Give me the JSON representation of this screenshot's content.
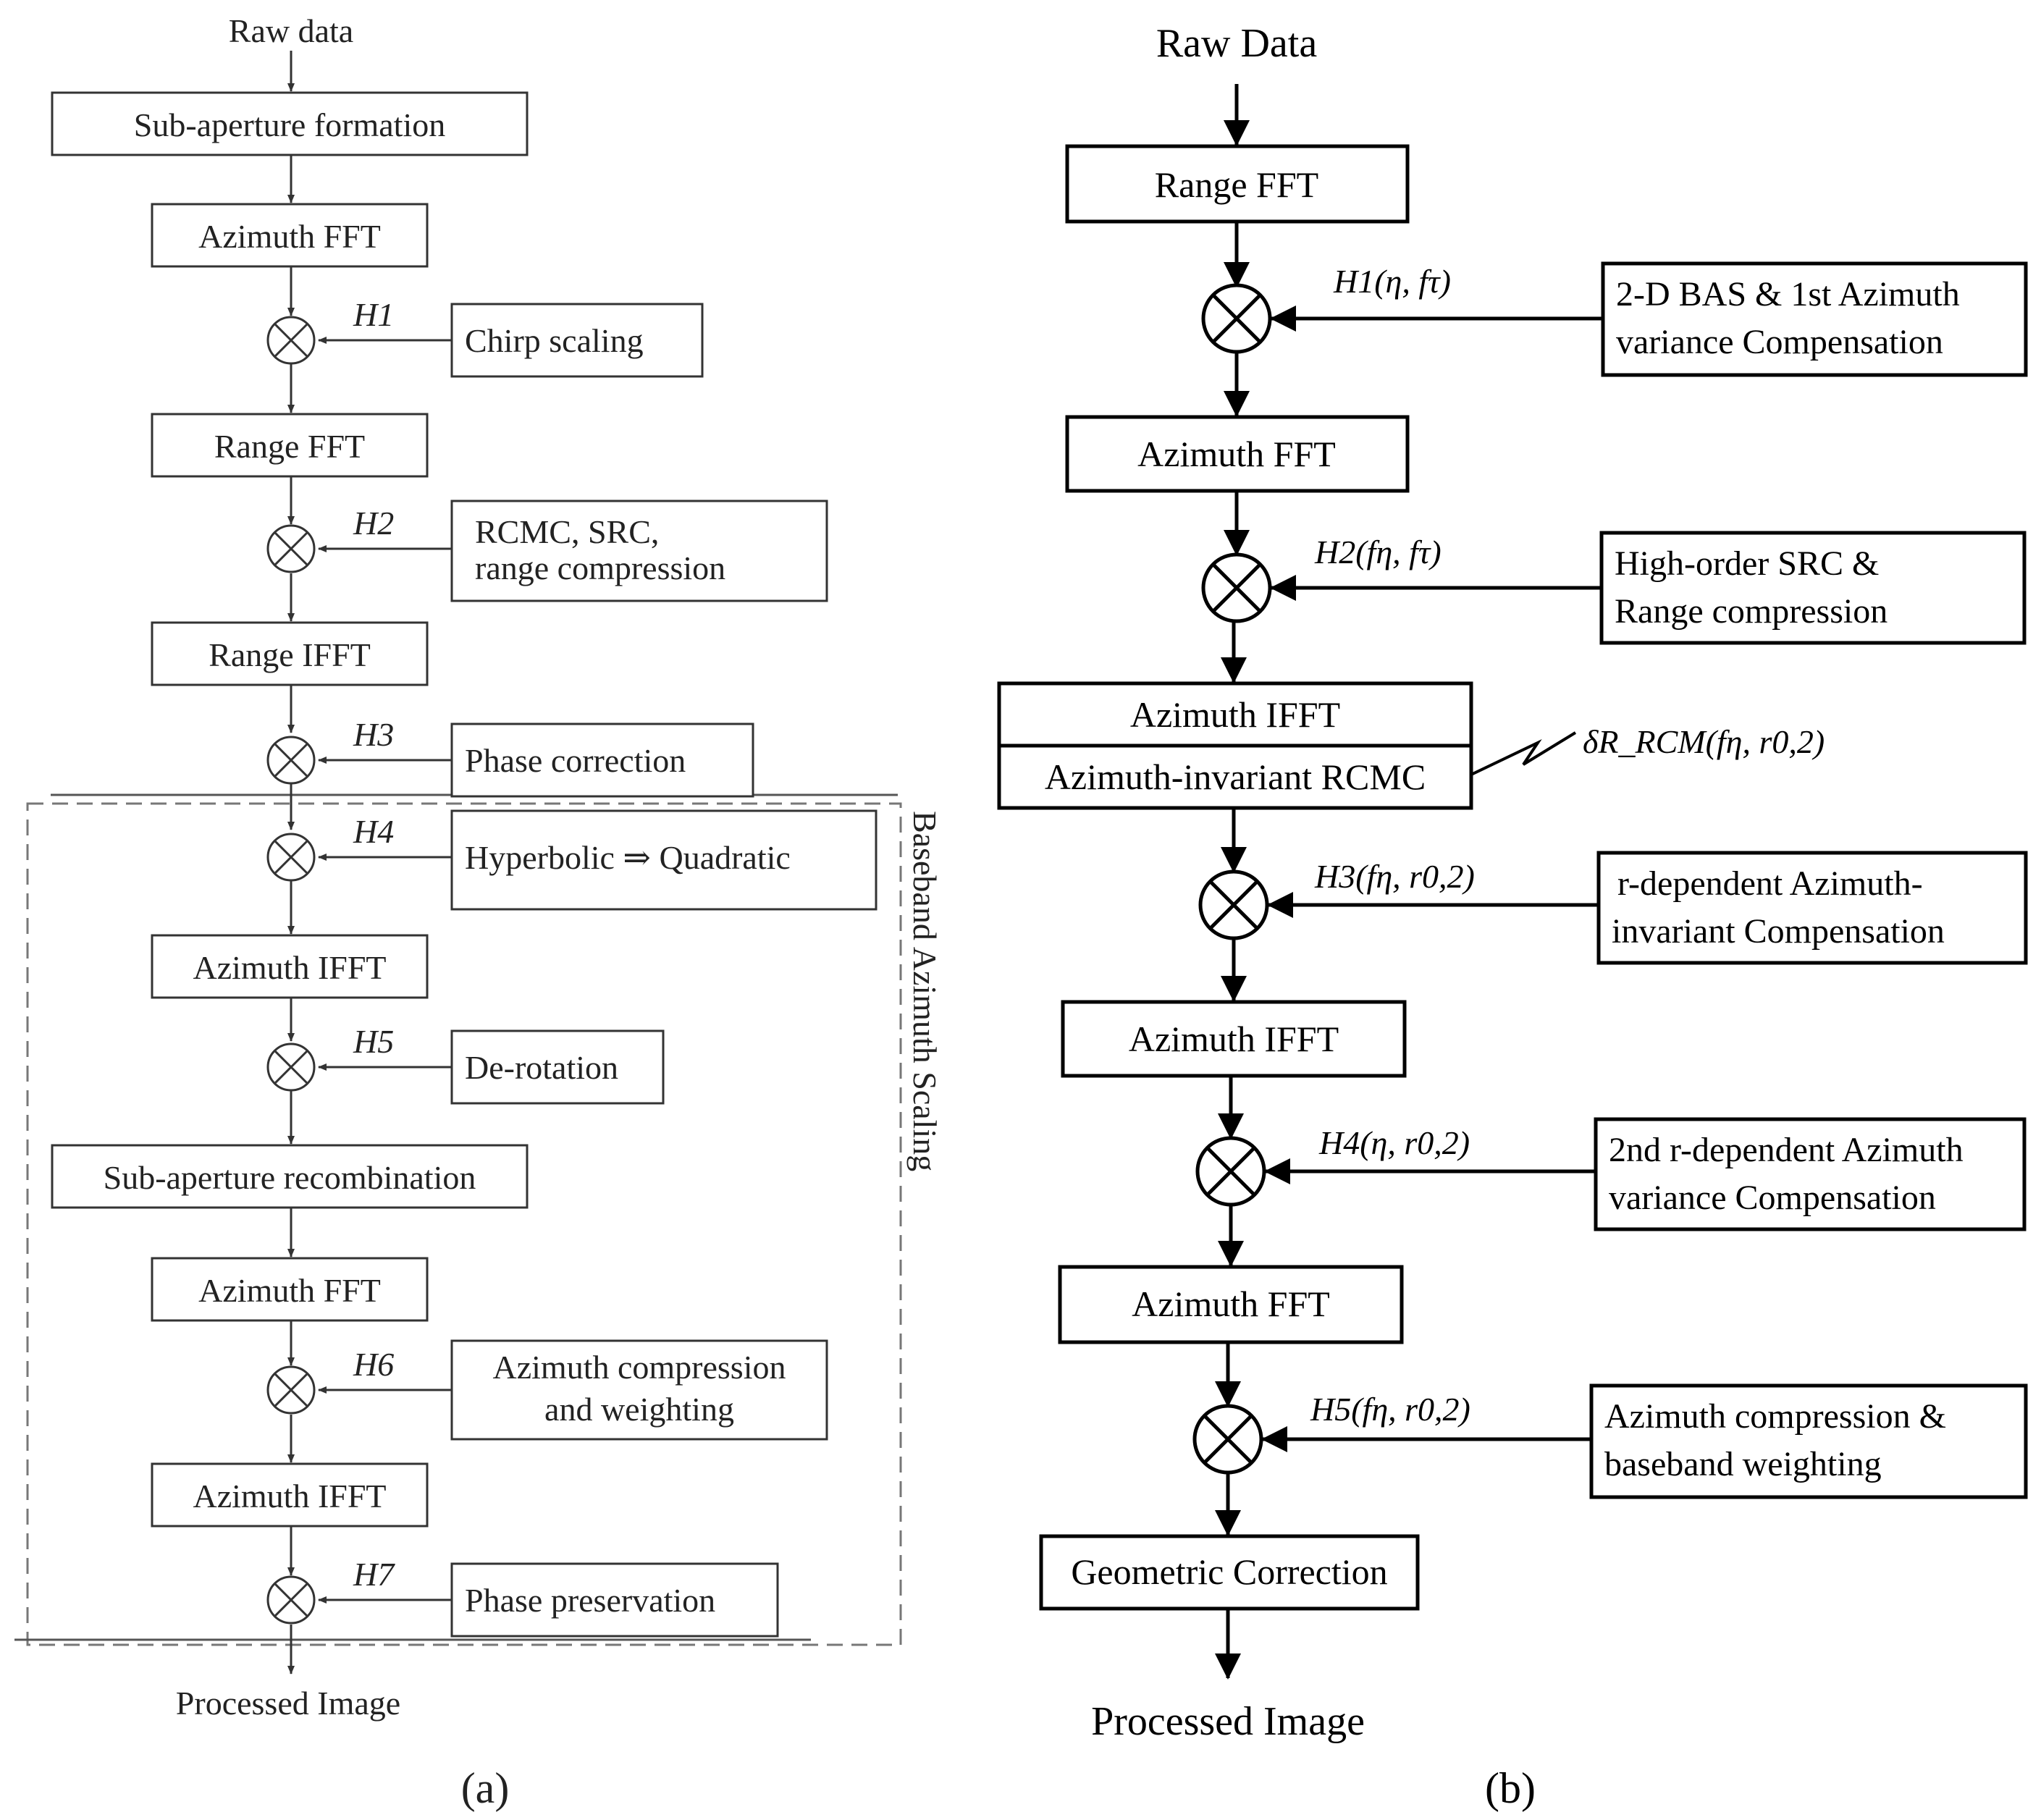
{
  "panel_a": {
    "caption": "(a)",
    "start": "Raw data",
    "end": "Processed Image",
    "region_label": "Baseband Azimuth Scaling",
    "steps": [
      {
        "label": "Sub-aperture formation"
      },
      {
        "label": "Azimuth FFT"
      },
      {
        "mult": "H1",
        "side": "Chirp scaling"
      },
      {
        "label": "Range FFT"
      },
      {
        "mult": "H2",
        "side": [
          "RCMC, SRC,",
          "range compression"
        ]
      },
      {
        "label": "Range IFFT"
      },
      {
        "mult": "H3",
        "side": "Phase correction"
      },
      {
        "mult": "H4",
        "side": "Hyperbolic ⇒ Quadratic"
      },
      {
        "label": "Azimuth IFFT"
      },
      {
        "mult": "H5",
        "side": "De-rotation"
      },
      {
        "label": "Sub-aperture recombination"
      },
      {
        "label": "Azimuth FFT"
      },
      {
        "mult": "H6",
        "side": [
          "Azimuth compression",
          "and weighting"
        ]
      },
      {
        "label": "Azimuth IFFT"
      },
      {
        "mult": "H7",
        "side": "Phase preservation"
      }
    ]
  },
  "panel_b": {
    "caption": "(b)",
    "start": "Raw Data",
    "end": "Processed Image",
    "steps": [
      {
        "label": "Range FFT"
      },
      {
        "mult": "H1(η, fτ)",
        "side": [
          "2-D BAS & 1st Azimuth",
          "variance Compensation"
        ]
      },
      {
        "label": "Azimuth FFT"
      },
      {
        "mult": "H2(fη, fτ)",
        "side": [
          "High-order SRC &",
          "Range compression"
        ]
      },
      {
        "label": [
          "Azimuth IFFT",
          "Azimuth-invariant RCMC"
        ],
        "side_note": "δR_RCM(fη, r0,2)"
      },
      {
        "mult": "H3(fη, r0,2)",
        "side": [
          "r-dependent Azimuth-",
          "invariant  Compensation"
        ]
      },
      {
        "label": "Azimuth IFFT"
      },
      {
        "mult": "H4(η, r0,2)",
        "side": [
          "2nd r-dependent Azimuth",
          "variance Compensation"
        ]
      },
      {
        "label": "Azimuth FFT"
      },
      {
        "mult": "H5(fη, r0,2)",
        "side": [
          "Azimuth compression &",
          "baseband weighting"
        ]
      },
      {
        "label": "Geometric Correction"
      }
    ]
  }
}
